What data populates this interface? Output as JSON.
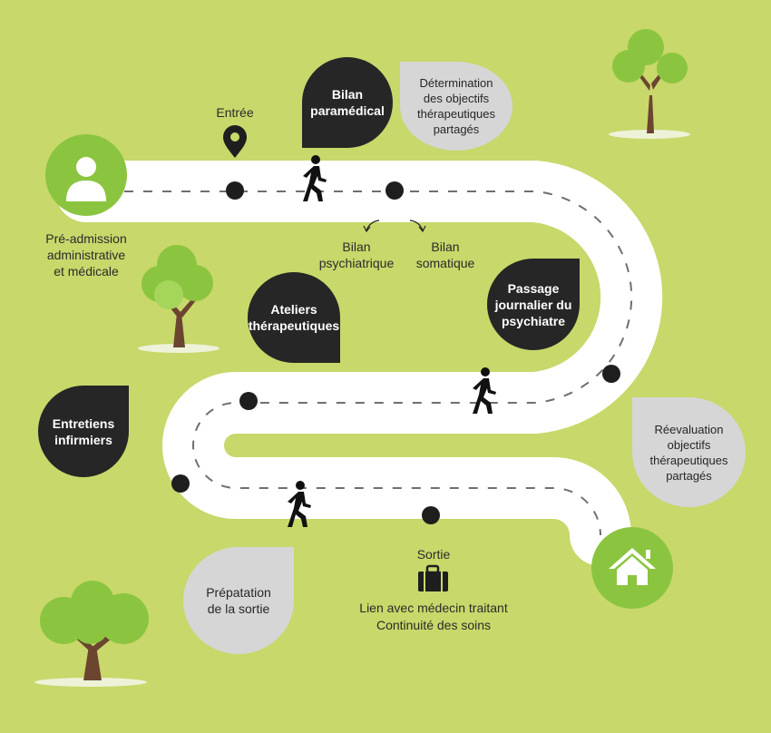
{
  "stages": {
    "pre_admission": "Pré-admission\nadministrative\net médicale",
    "entree": "Entrée",
    "bilan_paramedical": "Bilan\nparamédical",
    "determination": "Détermination\ndes objectifs\nthérapeutiques\npartagés",
    "bilan_psychiatrique": "Bilan\npsychiatrique",
    "bilan_somatique": "Bilan\nsomatique",
    "passage_psychiatre": "Passage\njournalier du\npsychiatre",
    "ateliers": "Ateliers\nthérapeutiques",
    "entretiens": "Entretiens\ninfirmiers",
    "reevaluation": "Réevaluation\nobjectifs\nthérapeutiques\npartagés",
    "preparation": "Prépatation\nde la sortie",
    "sortie": "Sortie",
    "lien_medecin": "Lien avec médecin traitant",
    "continuite": "Continuité des soins"
  },
  "icons": [
    "user-icon",
    "location-pin-icon",
    "walking-person-icon",
    "briefcase-icon",
    "home-icon",
    "tree-icon",
    "arrow-icon"
  ],
  "colors": {
    "background": "#c8d86a",
    "road": "#ffffff",
    "road_dash": "#6f6f6f",
    "dark_bubble": "#262626",
    "light_bubble": "#d6d6d6",
    "accent_green": "#8bc53f"
  }
}
